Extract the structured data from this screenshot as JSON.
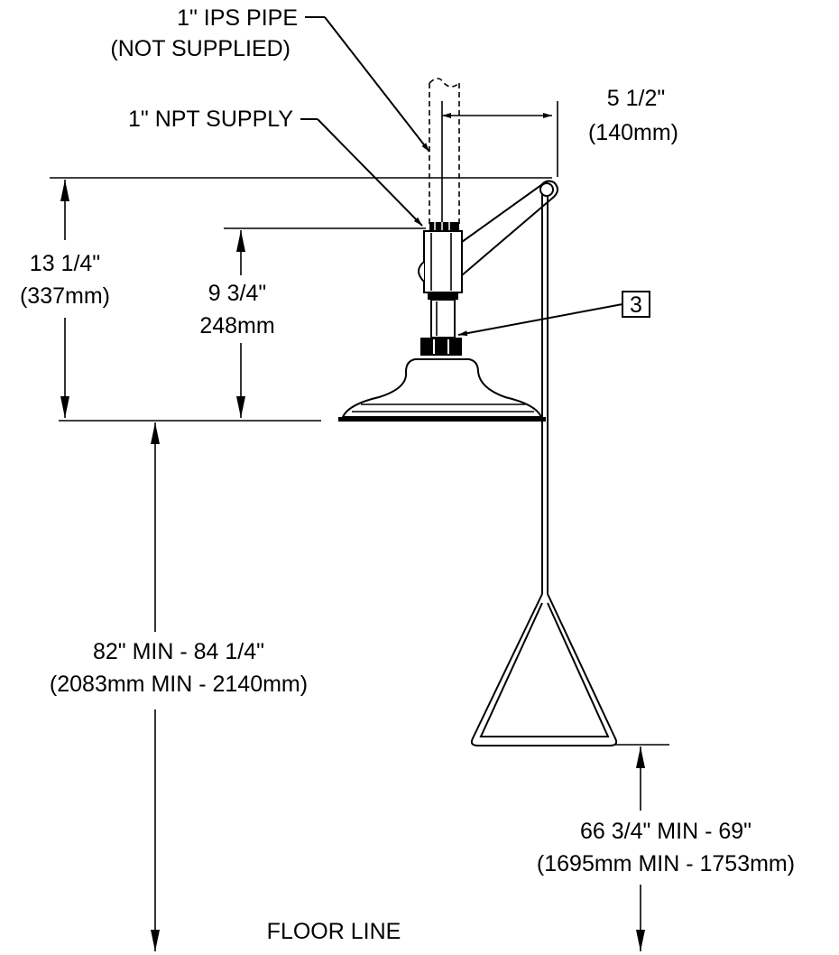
{
  "labels": {
    "ips_pipe_line1": "1\" IPS PIPE",
    "ips_pipe_line2": "(NOT SUPPLIED)",
    "npt_supply": "1\" NPT SUPPLY",
    "offset_in": "5 1/2\"",
    "offset_mm": "(140mm)",
    "overall_in": "13 1/4\"",
    "overall_mm": "(337mm)",
    "head_in": "9 3/4\"",
    "head_mm": "248mm",
    "callout_number": "3",
    "height_in": "82\" MIN - 84 1/4\"",
    "height_mm": "(2083mm MIN - 2140mm)",
    "handle_in": "66 3/4\" MIN - 69\"",
    "handle_mm": "(1695mm MIN - 1753mm)",
    "floor_line": "FLOOR LINE"
  }
}
